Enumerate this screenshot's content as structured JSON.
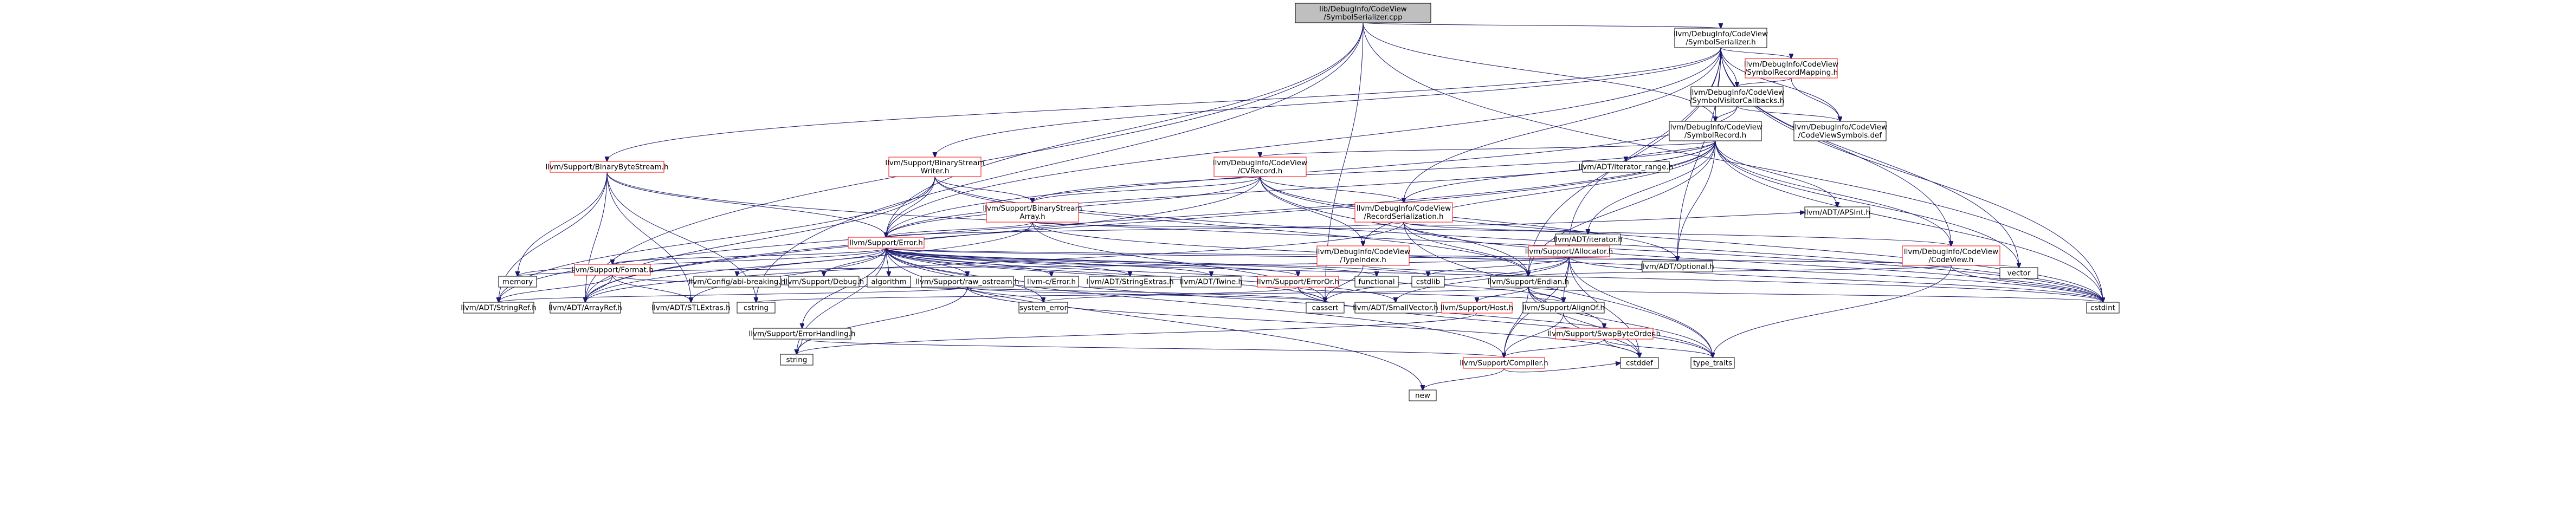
{
  "diagram": {
    "nodes": [
      {
        "id": "root",
        "lines": [
          "lib/DebugInfo/CodeView",
          "/SymbolSerializer.cpp"
        ],
        "kind": "root"
      },
      {
        "id": "symser_h",
        "lines": [
          "llvm/DebugInfo/CodeView",
          "/SymbolSerializer.h"
        ],
        "kind": "norm"
      },
      {
        "id": "symrecmap",
        "lines": [
          "llvm/DebugInfo/CodeView",
          "/SymbolRecordMapping.h"
        ],
        "kind": "red"
      },
      {
        "id": "symvis",
        "lines": [
          "llvm/DebugInfo/CodeView",
          "/SymbolVisitorCallbacks.h"
        ],
        "kind": "norm"
      },
      {
        "id": "symrec",
        "lines": [
          "llvm/DebugInfo/CodeView",
          "/SymbolRecord.h"
        ],
        "kind": "norm"
      },
      {
        "id": "cvsymdef",
        "lines": [
          "llvm/DebugInfo/CodeView",
          "/CodeViewSymbols.def"
        ],
        "kind": "norm"
      },
      {
        "id": "bsw",
        "lines": [
          "llvm/Support/BinaryStream",
          "Writer.h"
        ],
        "kind": "red"
      },
      {
        "id": "bbs",
        "lines": [
          "llvm/Support/BinaryByteStream.h"
        ],
        "kind": "red"
      },
      {
        "id": "cvrecord",
        "lines": [
          "llvm/DebugInfo/CodeView",
          "/CVRecord.h"
        ],
        "kind": "red"
      },
      {
        "id": "iterrange",
        "lines": [
          "llvm/ADT/iterator_range.h"
        ],
        "kind": "norm"
      },
      {
        "id": "bsa",
        "lines": [
          "llvm/Support/BinaryStream",
          "Array.h"
        ],
        "kind": "red"
      },
      {
        "id": "recser",
        "lines": [
          "llvm/DebugInfo/CodeView",
          "/RecordSerialization.h"
        ],
        "kind": "red"
      },
      {
        "id": "support_err",
        "lines": [
          "llvm/Support/Error.h"
        ],
        "kind": "red"
      },
      {
        "id": "alloc",
        "lines": [
          "llvm/Support/Allocator.h"
        ],
        "kind": "red"
      },
      {
        "id": "typeindex",
        "lines": [
          "llvm/DebugInfo/CodeView",
          "/TypeIndex.h"
        ],
        "kind": "red"
      },
      {
        "id": "iterator",
        "lines": [
          "llvm/ADT/iterator.h"
        ],
        "kind": "norm"
      },
      {
        "id": "apsint",
        "lines": [
          "llvm/ADT/APSInt.h"
        ],
        "kind": "norm"
      },
      {
        "id": "codeview",
        "lines": [
          "llvm/DebugInfo/CodeView",
          "/CodeView.h"
        ],
        "kind": "red"
      },
      {
        "id": "endian",
        "lines": [
          "llvm/Support/Endian.h"
        ],
        "kind": "norm"
      },
      {
        "id": "optional",
        "lines": [
          "llvm/ADT/Optional.h"
        ],
        "kind": "norm"
      },
      {
        "id": "vector",
        "lines": [
          "vector"
        ],
        "kind": "norm"
      },
      {
        "id": "cstdint",
        "lines": [
          "cstdint"
        ],
        "kind": "norm"
      },
      {
        "id": "format",
        "lines": [
          "llvm/Support/Format.h"
        ],
        "kind": "red"
      },
      {
        "id": "memory",
        "lines": [
          "memory"
        ],
        "kind": "norm"
      },
      {
        "id": "abibreak",
        "lines": [
          "llvm/Config/abi-breaking.h"
        ],
        "kind": "norm"
      },
      {
        "id": "debug",
        "lines": [
          "llvm/Support/Debug.h"
        ],
        "kind": "norm"
      },
      {
        "id": "algorithm",
        "lines": [
          "algorithm"
        ],
        "kind": "norm"
      },
      {
        "id": "rawostream",
        "lines": [
          "llvm/Support/raw_ostream.h"
        ],
        "kind": "norm"
      },
      {
        "id": "cerror",
        "lines": [
          "llvm-c/Error.h"
        ],
        "kind": "norm"
      },
      {
        "id": "strextras",
        "lines": [
          "llvm/ADT/StringExtras.h"
        ],
        "kind": "norm"
      },
      {
        "id": "twine",
        "lines": [
          "llvm/ADT/Twine.h"
        ],
        "kind": "norm"
      },
      {
        "id": "erroror",
        "lines": [
          "llvm/Support/ErrorOr.h"
        ],
        "kind": "red"
      },
      {
        "id": "functional",
        "lines": [
          "functional"
        ],
        "kind": "norm"
      },
      {
        "id": "cstdlib",
        "lines": [
          "cstdlib"
        ],
        "kind": "norm"
      },
      {
        "id": "stringref",
        "lines": [
          "llvm/ADT/StringRef.h"
        ],
        "kind": "norm"
      },
      {
        "id": "arrayref",
        "lines": [
          "llvm/ADT/ArrayRef.h"
        ],
        "kind": "norm"
      },
      {
        "id": "stlextras",
        "lines": [
          "llvm/ADT/STLExtras.h"
        ],
        "kind": "norm"
      },
      {
        "id": "cstring",
        "lines": [
          "cstring"
        ],
        "kind": "norm"
      },
      {
        "id": "errhandling",
        "lines": [
          "llvm/Support/ErrorHandling.h"
        ],
        "kind": "norm"
      },
      {
        "id": "syserror",
        "lines": [
          "system_error"
        ],
        "kind": "norm"
      },
      {
        "id": "cassert",
        "lines": [
          "cassert"
        ],
        "kind": "norm"
      },
      {
        "id": "smallvec",
        "lines": [
          "llvm/ADT/SmallVector.h"
        ],
        "kind": "norm"
      },
      {
        "id": "host",
        "lines": [
          "llvm/Support/Host.h"
        ],
        "kind": "red"
      },
      {
        "id": "alignof",
        "lines": [
          "llvm/Support/AlignOf.h"
        ],
        "kind": "norm"
      },
      {
        "id": "swapbyte",
        "lines": [
          "llvm/Support/SwapByteOrder.h"
        ],
        "kind": "red"
      },
      {
        "id": "compiler",
        "lines": [
          "llvm/Support/Compiler.h"
        ],
        "kind": "red"
      },
      {
        "id": "string",
        "lines": [
          "string"
        ],
        "kind": "norm"
      },
      {
        "id": "cstddef",
        "lines": [
          "cstddef"
        ],
        "kind": "norm"
      },
      {
        "id": "typetraits",
        "lines": [
          "type_traits"
        ],
        "kind": "norm"
      },
      {
        "id": "new",
        "lines": [
          "new"
        ],
        "kind": "norm"
      }
    ],
    "edges": [
      [
        "root",
        "symser_h"
      ],
      [
        "root",
        "symrec"
      ],
      [
        "root",
        "support_err"
      ],
      [
        "root",
        "arrayref"
      ],
      [
        "root",
        "cstdint"
      ],
      [
        "root",
        "cstring"
      ],
      [
        "root",
        "cassert"
      ],
      [
        "symser_h",
        "symrecmap"
      ],
      [
        "symser_h",
        "symvis"
      ],
      [
        "symser_h",
        "symrec"
      ],
      [
        "symser_h",
        "cvsymdef"
      ],
      [
        "symser_h",
        "bsw"
      ],
      [
        "symser_h",
        "bbs"
      ],
      [
        "symser_h",
        "recser"
      ],
      [
        "symser_h",
        "codeview"
      ],
      [
        "symser_h",
        "alloc"
      ],
      [
        "symser_h",
        "support_err"
      ],
      [
        "symser_h",
        "endian"
      ],
      [
        "symser_h",
        "vector"
      ],
      [
        "symser_h",
        "cstdint"
      ],
      [
        "symser_h",
        "optional"
      ],
      [
        "symrecmap",
        "symvis"
      ],
      [
        "symrecmap",
        "cvsymdef"
      ],
      [
        "symvis",
        "symrec"
      ],
      [
        "symvis",
        "cvsymdef"
      ],
      [
        "symvis",
        "support_err"
      ],
      [
        "symrec",
        "cvrecord"
      ],
      [
        "symrec",
        "iterrange"
      ],
      [
        "symrec",
        "bsa"
      ],
      [
        "symrec",
        "recser"
      ],
      [
        "symrec",
        "typeindex"
      ],
      [
        "symrec",
        "codeview"
      ],
      [
        "symrec",
        "endian"
      ],
      [
        "symrec",
        "iterator"
      ],
      [
        "symrec",
        "apsint"
      ],
      [
        "symrec",
        "optional"
      ],
      [
        "symrec",
        "vector"
      ],
      [
        "symrec",
        "cstdint"
      ],
      [
        "symrec",
        "arrayref"
      ],
      [
        "symrec",
        "stringref"
      ],
      [
        "symrec",
        "support_err"
      ],
      [
        "bsw",
        "bsa"
      ],
      [
        "bsw",
        "support_err"
      ],
      [
        "bsw",
        "arrayref"
      ],
      [
        "bsw",
        "stringref"
      ],
      [
        "bsw",
        "endian"
      ],
      [
        "bsw",
        "cstdint"
      ],
      [
        "bbs",
        "arrayref"
      ],
      [
        "bbs",
        "stringref"
      ],
      [
        "bbs",
        "support_err"
      ],
      [
        "bbs",
        "memory"
      ],
      [
        "bbs",
        "cstring"
      ],
      [
        "bbs",
        "stlextras"
      ],
      [
        "bbs",
        "cstdint"
      ],
      [
        "cvrecord",
        "recser"
      ],
      [
        "cvrecord",
        "typeindex"
      ],
      [
        "cvrecord",
        "support_err"
      ],
      [
        "cvrecord",
        "bsa"
      ],
      [
        "cvrecord",
        "optional"
      ],
      [
        "cvrecord",
        "cstdint"
      ],
      [
        "cvrecord",
        "endian"
      ],
      [
        "cvrecord",
        "arrayref"
      ],
      [
        "bsa",
        "support_err"
      ],
      [
        "bsa",
        "cassert"
      ],
      [
        "bsa",
        "cstdint"
      ],
      [
        "bsa",
        "iterator"
      ],
      [
        "bsa",
        "arrayref"
      ],
      [
        "recser",
        "support_err"
      ],
      [
        "recser",
        "apsint"
      ],
      [
        "recser",
        "codeview"
      ],
      [
        "recser",
        "endian"
      ],
      [
        "recser",
        "cinttypes"
      ],
      [
        "recser",
        "typetraits"
      ],
      [
        "recser",
        "cstdint"
      ],
      [
        "recser",
        "arrayref"
      ],
      [
        "typeindex",
        "endian"
      ],
      [
        "typeindex",
        "cassert"
      ],
      [
        "typeindex",
        "cinttypes"
      ],
      [
        "codeview",
        "endian"
      ],
      [
        "codeview",
        "cstdint"
      ],
      [
        "codeview",
        "typetraits"
      ],
      [
        "alloc",
        "cstddef"
      ],
      [
        "alloc",
        "cstdint"
      ],
      [
        "alloc",
        "cstdlib"
      ],
      [
        "alloc",
        "cassert"
      ],
      [
        "alloc",
        "memory"
      ],
      [
        "alloc",
        "typetraits"
      ],
      [
        "alloc",
        "smallvec"
      ],
      [
        "alloc",
        "compiler"
      ],
      [
        "alloc",
        "alignof"
      ],
      [
        "support_err",
        "abibreak"
      ],
      [
        "support_err",
        "debug"
      ],
      [
        "support_err",
        "algorithm"
      ],
      [
        "support_err",
        "rawostream"
      ],
      [
        "support_err",
        "cerror"
      ],
      [
        "support_err",
        "strextras"
      ],
      [
        "support_err",
        "twine"
      ],
      [
        "support_err",
        "erroror"
      ],
      [
        "support_err",
        "functional"
      ],
      [
        "support_err",
        "cstdlib"
      ],
      [
        "support_err",
        "format"
      ],
      [
        "support_err",
        "memory"
      ],
      [
        "support_err",
        "stlextras"
      ],
      [
        "support_err",
        "errhandling"
      ],
      [
        "support_err",
        "syserror"
      ],
      [
        "support_err",
        "cassert"
      ],
      [
        "support_err",
        "smallvec"
      ],
      [
        "support_err",
        "alignof"
      ],
      [
        "support_err",
        "compiler"
      ],
      [
        "support_err",
        "cstdint"
      ],
      [
        "support_err",
        "string"
      ],
      [
        "support_err",
        "new"
      ],
      [
        "support_err",
        "vector"
      ],
      [
        "support_err",
        "typetraits"
      ],
      [
        "support_err",
        "optional"
      ],
      [
        "format",
        "arrayref"
      ],
      [
        "format",
        "stringref"
      ],
      [
        "format",
        "stlextras"
      ],
      [
        "format",
        "cassert"
      ],
      [
        "rawostream",
        "stringref"
      ],
      [
        "rawostream",
        "cassert"
      ],
      [
        "rawostream",
        "cstddef"
      ],
      [
        "rawostream",
        "string"
      ],
      [
        "rawostream",
        "syserror"
      ],
      [
        "erroror",
        "alignof"
      ],
      [
        "erroror",
        "cassert"
      ],
      [
        "erroror",
        "syserror"
      ],
      [
        "erroror",
        "typetraits"
      ],
      [
        "errhandling",
        "compiler"
      ],
      [
        "errhandling",
        "string"
      ],
      [
        "endian",
        "host"
      ],
      [
        "endian",
        "swapbyte"
      ],
      [
        "endian",
        "alignof"
      ],
      [
        "endian",
        "compiler"
      ],
      [
        "endian",
        "cstddef"
      ],
      [
        "endian",
        "cstdint"
      ],
      [
        "endian",
        "cstring"
      ],
      [
        "endian",
        "typetraits"
      ],
      [
        "host",
        "string"
      ],
      [
        "swapbyte",
        "compiler"
      ],
      [
        "swapbyte",
        "cstddef"
      ],
      [
        "swapbyte",
        "typetraits"
      ],
      [
        "alignof",
        "compiler"
      ],
      [
        "alignof",
        "cstddef"
      ],
      [
        "compiler",
        "new"
      ],
      [
        "compiler",
        "cstddef"
      ]
    ]
  }
}
